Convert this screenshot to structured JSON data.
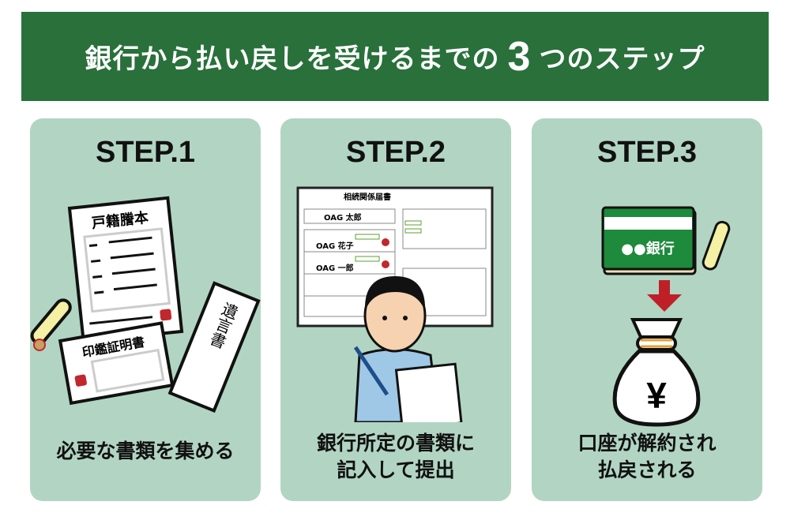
{
  "header": {
    "title_before": "銀行から払い戻しを受けるまでの",
    "title_number": "3",
    "title_after": "つのステップ"
  },
  "steps": [
    {
      "label": "STEP.1",
      "caption_lines": [
        "必要な書類を集める"
      ],
      "illustration": {
        "koseki": "戸籍謄本",
        "inkan": "印鑑証明書",
        "will": "遺言書",
        "seal": "印"
      }
    },
    {
      "label": "STEP.2",
      "caption_lines": [
        "銀行所定の書類に",
        "記入して提出"
      ],
      "illustration": {
        "form_title": "相続関係届書",
        "deceased": "OAG 太郎",
        "heir1": "OAG 花子",
        "heir2": "OAG 一郎",
        "seal": "印"
      }
    },
    {
      "label": "STEP.3",
      "caption_lines": [
        "口座が解約され",
        "払戻される"
      ],
      "illustration": {
        "bank_name": "●●銀行",
        "currency": "¥",
        "seal": "印"
      }
    }
  ],
  "colors": {
    "header": "#29703b",
    "card": "#b1d5c2",
    "bankbook": "#1d8a3c",
    "arrow": "#bf2027",
    "stamp": "#c0282d"
  }
}
